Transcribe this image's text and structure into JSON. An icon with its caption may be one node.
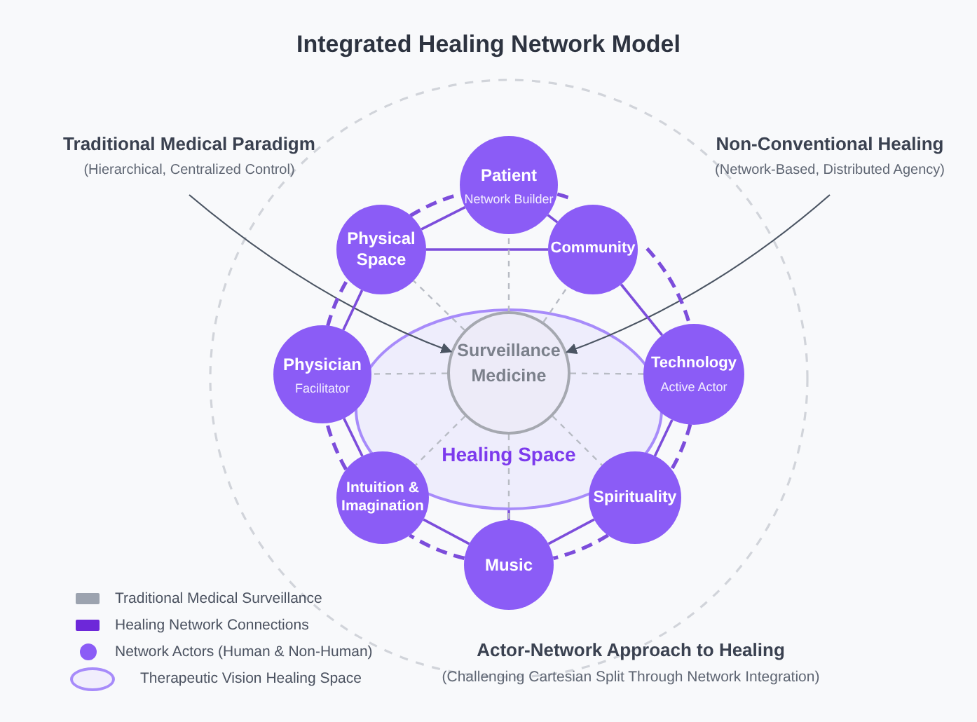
{
  "diagram": {
    "title": "Integrated Healing Network Model",
    "nodes": [
      {
        "text": [
          "Traditional Medical Paradigm",
          "(Hierarchical, Centralized Control)"
        ]
      },
      {
        "text": [
          "Non-Conventional Healing",
          "(Network-Based, Distributed Agency)"
        ]
      },
      {
        "text": [
          "Patient",
          "Network Builder"
        ]
      },
      {
        "text": [
          "Physical Space"
        ]
      },
      {
        "text": [
          "Community"
        ]
      },
      {
        "text": [
          "Physician",
          "Facilitator"
        ]
      },
      {
        "text": [
          "Technology",
          "Active Actor"
        ]
      },
      {
        "text": [
          "Healing Space"
        ]
      },
      {
        "text": [
          "Surveillance Medicine"
        ],
        "in": 7
      },
      {
        "text": [
          "Intuition & Imagination"
        ]
      },
      {
        "text": [
          "Spirituality"
        ]
      },
      {
        "text": [
          "Music"
        ]
      }
    ],
    "edges": [
      {
        "from": 0,
        "to": 8,
        "arrow": "to",
        "color": "#4b5563"
      },
      {
        "from": 1,
        "to": 8,
        "arrow": "to",
        "color": "#4b5563"
      },
      {
        "from": 2,
        "to": 3,
        "arrow": "none"
      },
      {
        "from": 2,
        "to": 4,
        "arrow": "none"
      },
      {
        "from": 3,
        "to": 4,
        "arrow": "none"
      },
      {
        "from": 3,
        "to": 5,
        "arrow": "none"
      },
      {
        "from": 4,
        "to": 6,
        "arrow": "none"
      },
      {
        "from": 5,
        "to": 9,
        "arrow": "none"
      },
      {
        "from": 6,
        "to": 10,
        "arrow": "none"
      },
      {
        "from": 9,
        "to": 11,
        "arrow": "none"
      },
      {
        "from": 10,
        "to": 11,
        "arrow": "none"
      },
      {
        "from": 11,
        "to": 7,
        "arrow": "none"
      },
      {
        "from": 3,
        "to": 2,
        "arrow": "none",
        "style": "dashed"
      },
      {
        "from": 2,
        "to": 4,
        "arrow": "none",
        "style": "dashed"
      },
      {
        "from": 4,
        "to": 6,
        "arrow": "none",
        "style": "dashed"
      },
      {
        "from": 6,
        "to": 10,
        "arrow": "none",
        "style": "dashed"
      },
      {
        "from": 10,
        "to": 11,
        "arrow": "none",
        "style": "dashed"
      },
      {
        "from": 11,
        "to": 9,
        "arrow": "none",
        "style": "dashed"
      },
      {
        "from": 9,
        "to": 5,
        "arrow": "none",
        "style": "dashed"
      },
      {
        "from": 5,
        "to": 3,
        "arrow": "none",
        "style": "dashed"
      },
      {
        "from": 8,
        "to": 2,
        "arrow": "none",
        "style": "dashed",
        "color": "#b8bcc4"
      },
      {
        "from": 8,
        "to": 3,
        "arrow": "none",
        "style": "dashed",
        "color": "#b8bcc4"
      },
      {
        "from": 8,
        "to": 4,
        "arrow": "none",
        "style": "dashed",
        "color": "#b8bcc4"
      },
      {
        "from": 8,
        "to": 5,
        "arrow": "none",
        "style": "dashed",
        "color": "#b8bcc4"
      },
      {
        "from": 8,
        "to": 6,
        "arrow": "none",
        "style": "dashed",
        "color": "#b8bcc4"
      },
      {
        "from": 8,
        "to": 9,
        "arrow": "none",
        "style": "dashed",
        "color": "#b8bcc4"
      },
      {
        "from": 8,
        "to": 10,
        "arrow": "none",
        "style": "dashed",
        "color": "#b8bcc4"
      },
      {
        "from": 8,
        "to": 11,
        "arrow": "none",
        "style": "dashed",
        "color": "#b8bcc4"
      }
    ],
    "labels": [
      "Actor-Network Approach to Healing",
      "(Challenging Cartesian Split Through Network Integration)"
    ],
    "legend": [
      {
        "text": "Traditional Medical Surveillance",
        "color": "#9ca3af"
      },
      {
        "text": "Healing Network Connections",
        "color": "#6d28d9"
      },
      {
        "text": "Network Actors (Human & Non-Human)",
        "color": "#8b5cf6"
      },
      {
        "text": "Therapeutic Vision Healing Space"
      }
    ]
  }
}
